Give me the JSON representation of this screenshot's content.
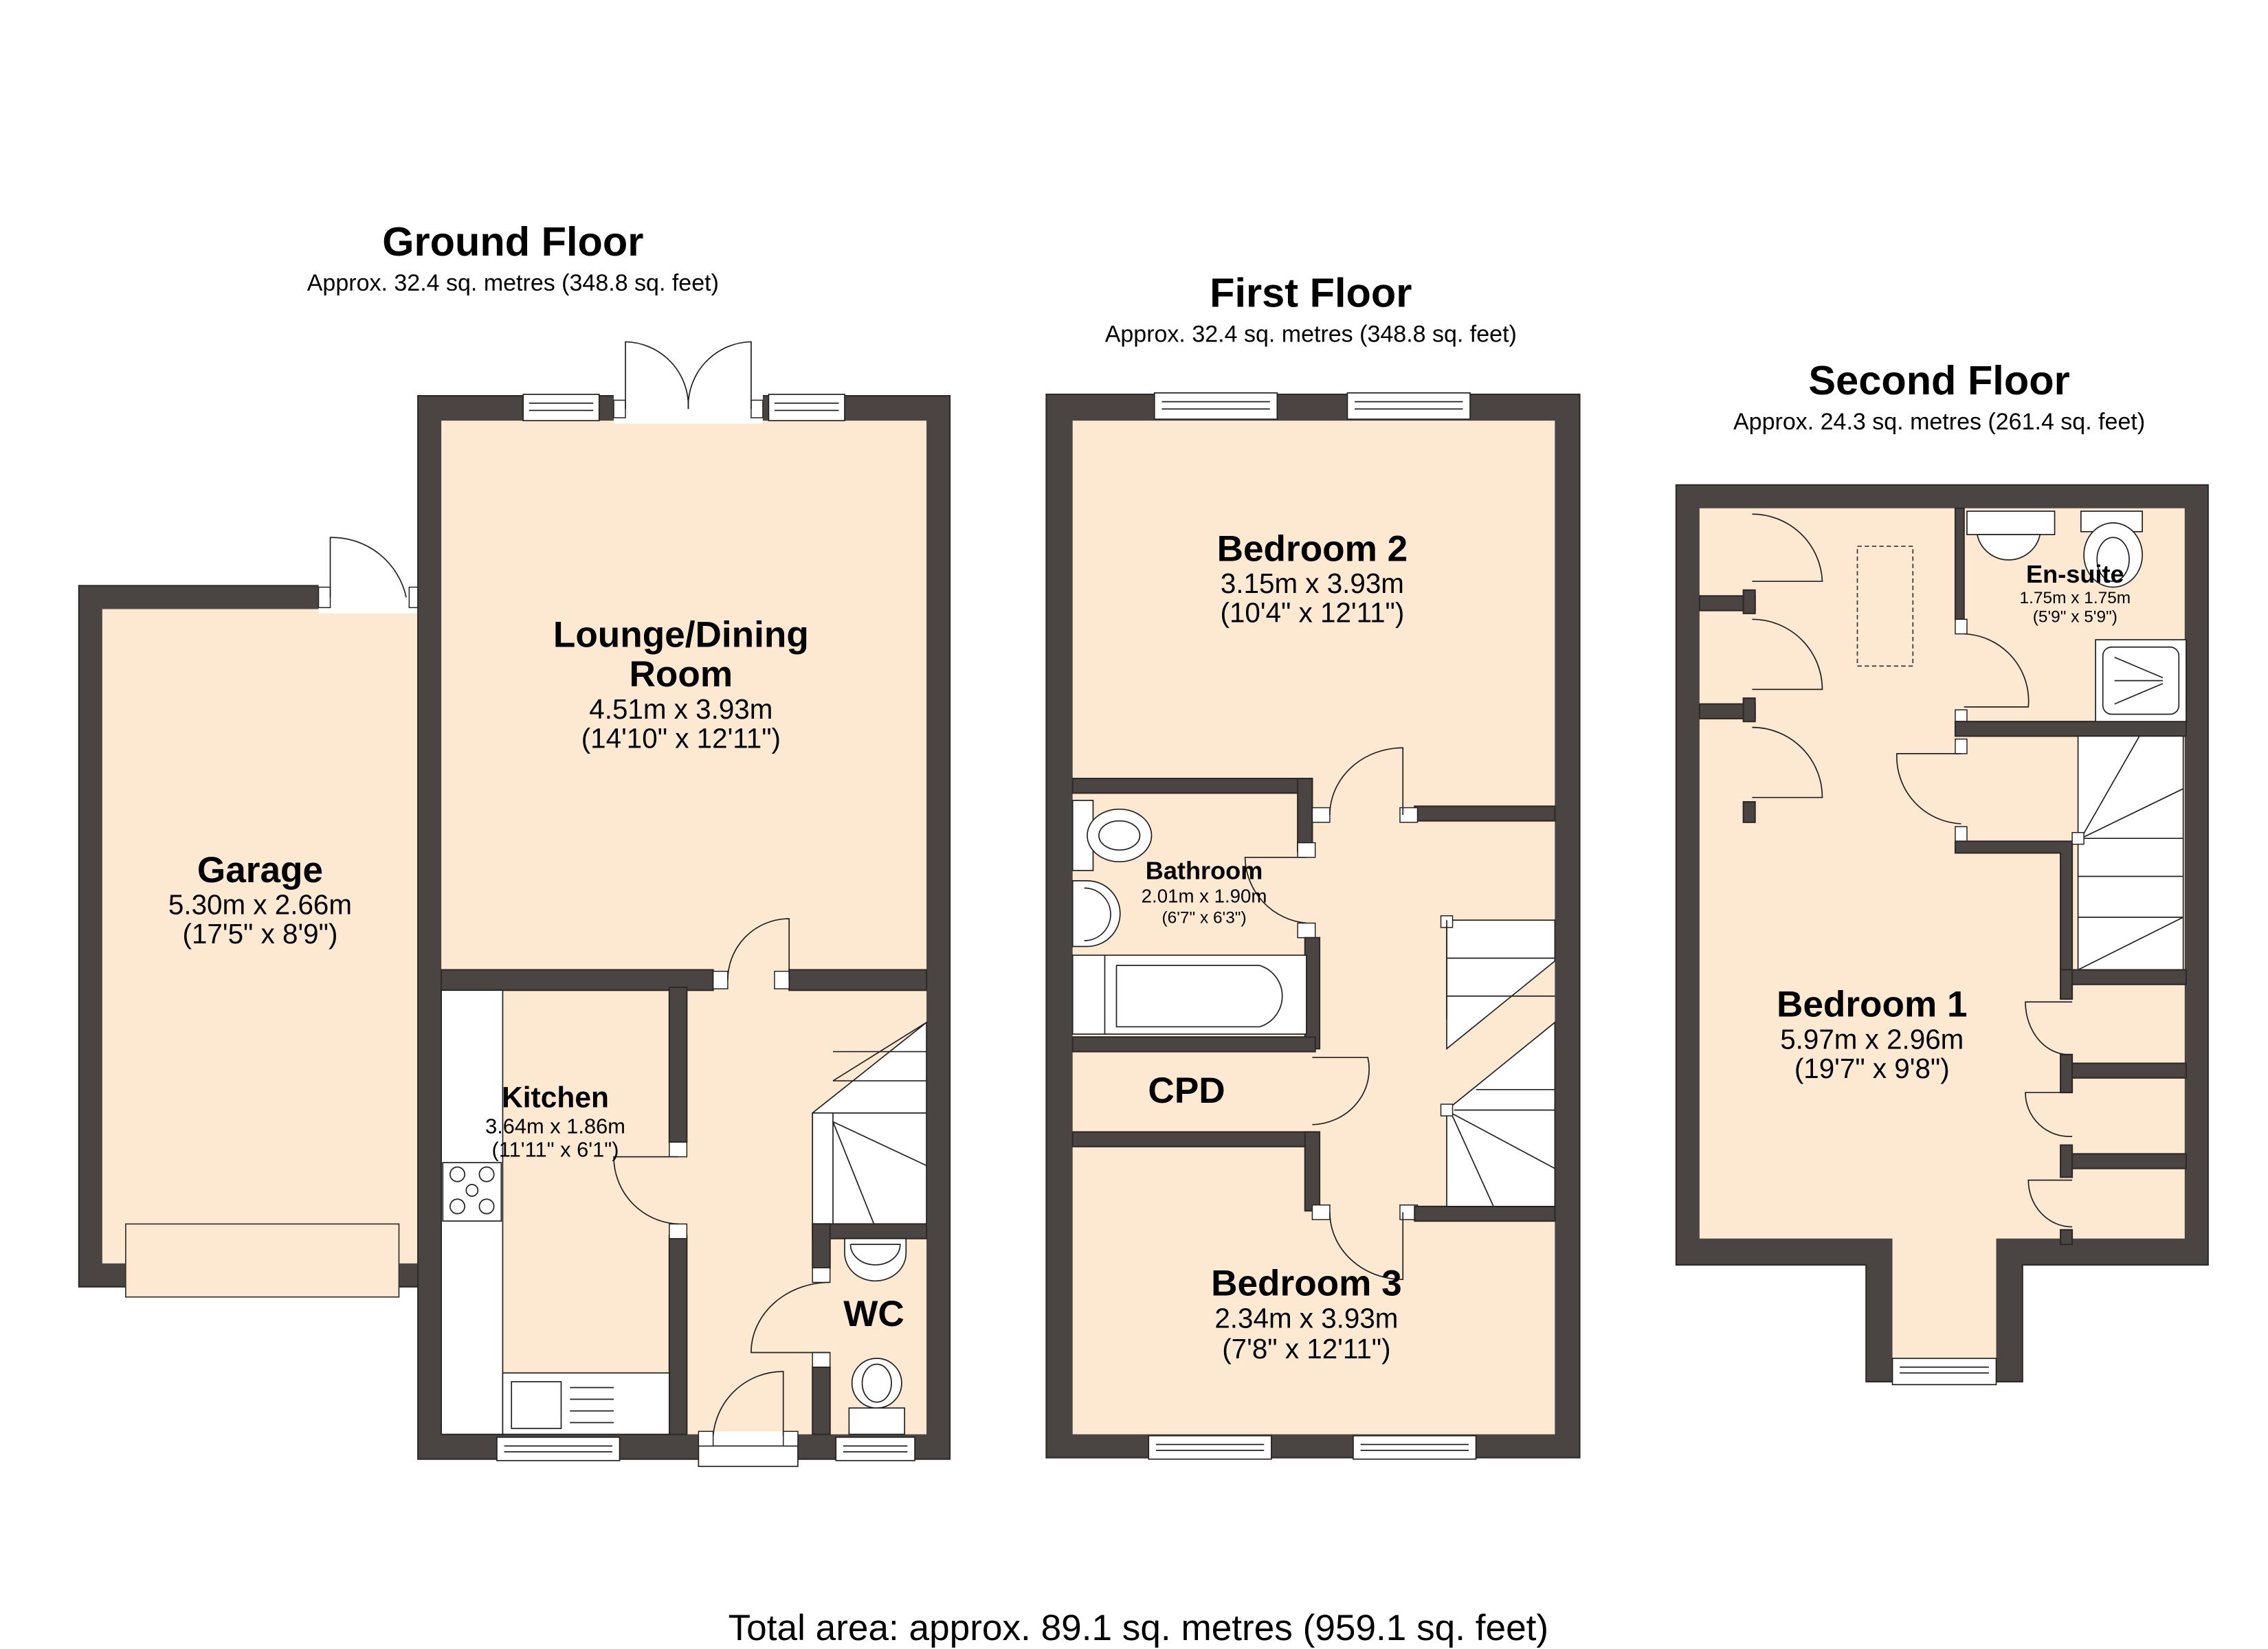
{
  "floors": {
    "ground": {
      "title": "Ground Floor",
      "area": "Approx. 32.4 sq. metres (348.8 sq. feet)",
      "rooms": {
        "garage": {
          "name": "Garage",
          "metric": "5.30m x 2.66m",
          "imperial": "(17'5\" x 8'9\")"
        },
        "lounge": {
          "name_line1": "Lounge/Dining",
          "name_line2": "Room",
          "metric": "4.51m x 3.93m",
          "imperial": "(14'10\" x 12'11\")"
        },
        "kitchen": {
          "name": "Kitchen",
          "metric": "3.64m x 1.86m",
          "imperial": "(11'11\" x 6'1\")"
        },
        "wc": {
          "name": "WC"
        }
      }
    },
    "first": {
      "title": "First Floor",
      "area": "Approx. 32.4 sq. metres (348.8 sq. feet)",
      "rooms": {
        "bedroom2": {
          "name": "Bedroom 2",
          "metric": "3.15m x 3.93m",
          "imperial": "(10'4\" x 12'11\")"
        },
        "bathroom": {
          "name": "Bathroom",
          "metric": "2.01m x 1.90m",
          "imperial": "(6'7\" x 6'3\")"
        },
        "cpd": {
          "name": "CPD"
        },
        "bedroom3": {
          "name": "Bedroom 3",
          "metric": "2.34m x 3.93m",
          "imperial": "(7'8\" x 12'11\")"
        }
      }
    },
    "second": {
      "title": "Second Floor",
      "area": "Approx. 24.3 sq. metres (261.4 sq. feet)",
      "rooms": {
        "ensuite": {
          "name": "En-suite",
          "metric": "1.75m x 1.75m",
          "imperial": "(5'9\" x 5'9\")"
        },
        "bedroom1": {
          "name": "Bedroom 1",
          "metric": "5.97m x 2.96m",
          "imperial": "(19'7\" x 9'8\")"
        }
      }
    }
  },
  "total_area": "Total area: approx. 89.1 sq. metres (959.1 sq. feet)",
  "colors": {
    "wall": "#4a4442",
    "floor_fill": "#fde9d2",
    "fixture": "#ffffff",
    "background": "#ffffff"
  }
}
